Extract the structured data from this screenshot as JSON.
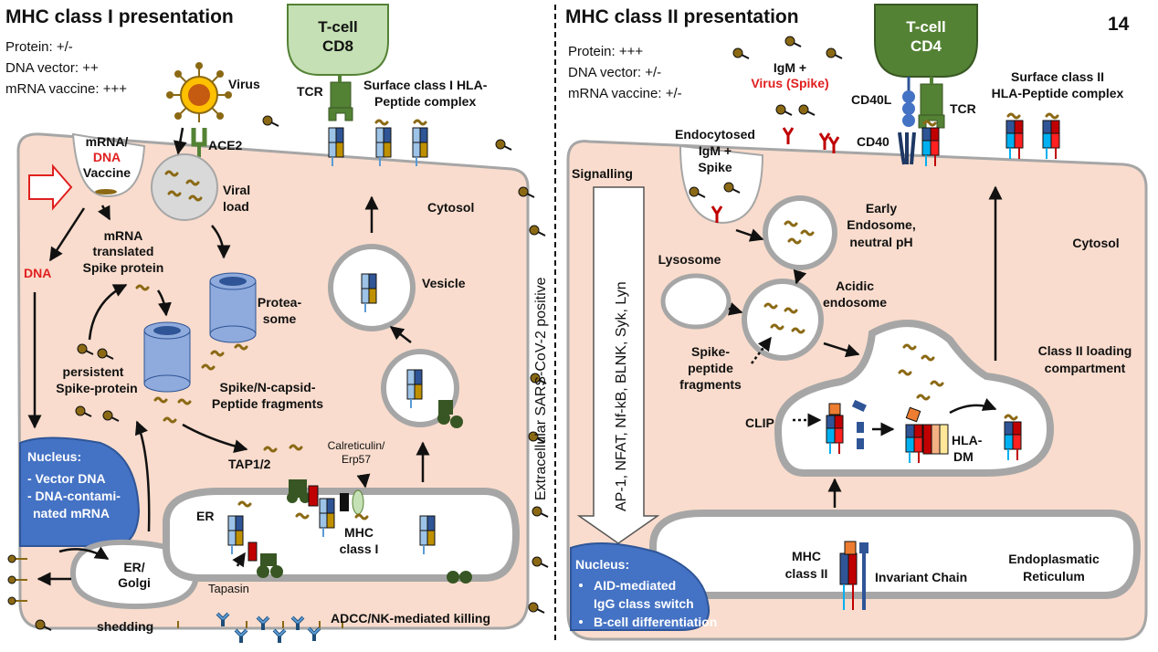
{
  "page_number": "14",
  "left": {
    "title": "MHC class I presentation",
    "status": [
      "Protein: +/-",
      "DNA vector: ++",
      "mRNA vaccine: +++"
    ],
    "tcell": [
      "T-cell",
      "CD8"
    ],
    "labels": {
      "virus": "Virus",
      "ace2": "ACE2",
      "tcr": "TCR",
      "surface": [
        "Surface class I HLA-",
        "Peptide complex"
      ],
      "vaccine": [
        "mRNA/",
        "DNA",
        "Vaccine"
      ],
      "viral_load": [
        "Viral",
        "load"
      ],
      "cytosol": "Cytosol",
      "mrna_translated": [
        "mRNA",
        "translated",
        "Spike protein"
      ],
      "dna": "DNA",
      "proteasome": [
        "Protea-",
        "some"
      ],
      "vesicle": "Vesicle",
      "persistent": [
        "persistent",
        "Spike-protein"
      ],
      "fragments": [
        "Spike/N-capsid-",
        "Peptide fragments"
      ],
      "nucleus_title": "Nucleus:",
      "nucleus_items": [
        "- Vector DNA",
        "- DNA-contami-",
        "  nated mRNA"
      ],
      "tap": "TAP1/2",
      "calreticulin": [
        "Calreticulin/",
        "Erp57"
      ],
      "er": "ER",
      "mhc1": [
        "MHC",
        "class I"
      ],
      "tapasin": "Tapasin",
      "er_golgi": [
        "ER/",
        "Golgi"
      ],
      "shedding": "shedding",
      "adcc": "ADCC/NK-mediated killing",
      "extracellular": "Extracellular SARS-CoV-2 positive"
    }
  },
  "right": {
    "title": "MHC class II presentation",
    "status": [
      "Protein: +++",
      "DNA vector: +/-",
      "mRNA vaccine: +/-"
    ],
    "tcell": [
      "T-cell",
      "CD4"
    ],
    "labels": {
      "igm": "IgM +",
      "virus_spike": "Virus (Spike)",
      "cd40l": "CD40L",
      "tcr": "TCR",
      "cd40": "CD40",
      "surface": [
        "Surface class II",
        "HLA-Peptide complex"
      ],
      "endocytosed": [
        "Endocytosed",
        "IgM +",
        "Spike"
      ],
      "signalling": "Signalling",
      "pathways": "AP-1, NFAT, Nf-kB, BLNK, Syk, Lyn",
      "early_endosome": [
        "Early",
        "Endosome,",
        "neutral pH"
      ],
      "lysosome": "Lysosome",
      "acidic": [
        "Acidic",
        "endosome"
      ],
      "cytosol": "Cytosol",
      "spike_peptide": [
        "Spike-",
        "peptide",
        "fragments"
      ],
      "class2_loading": [
        "Class II loading",
        "compartment"
      ],
      "clip": "CLIP",
      "hla_dm": [
        "HLA-",
        "DM"
      ],
      "nucleus_title": "Nucleus:",
      "nucleus_items": [
        "AID-mediated",
        "IgG class switch",
        "B-cell differentiation"
      ],
      "mhc2": [
        "MHC",
        "class II"
      ],
      "invariant": "Invariant Chain",
      "er": [
        "Endoplasmatic",
        "Reticulum"
      ]
    }
  },
  "colors": {
    "cytosol_fill": "#f9dccd",
    "tcell_cd8": "#c5e0b4",
    "tcell_cd4": "#548235",
    "tcr_green": "#548235",
    "nucleus_blue": "#4472c4",
    "proteasome_blue": "#8faadc",
    "peptide_brown": "#8b6914",
    "mhc_light_blue": "#9dc3e6",
    "mhc_dark_blue": "#2f5597",
    "mhc_gold": "#bf9000",
    "mhc2_red": "#c00000",
    "mhc2_cyan": "#00b0f0",
    "virus_orange": "#ffc000",
    "text_red": "#e02020"
  }
}
